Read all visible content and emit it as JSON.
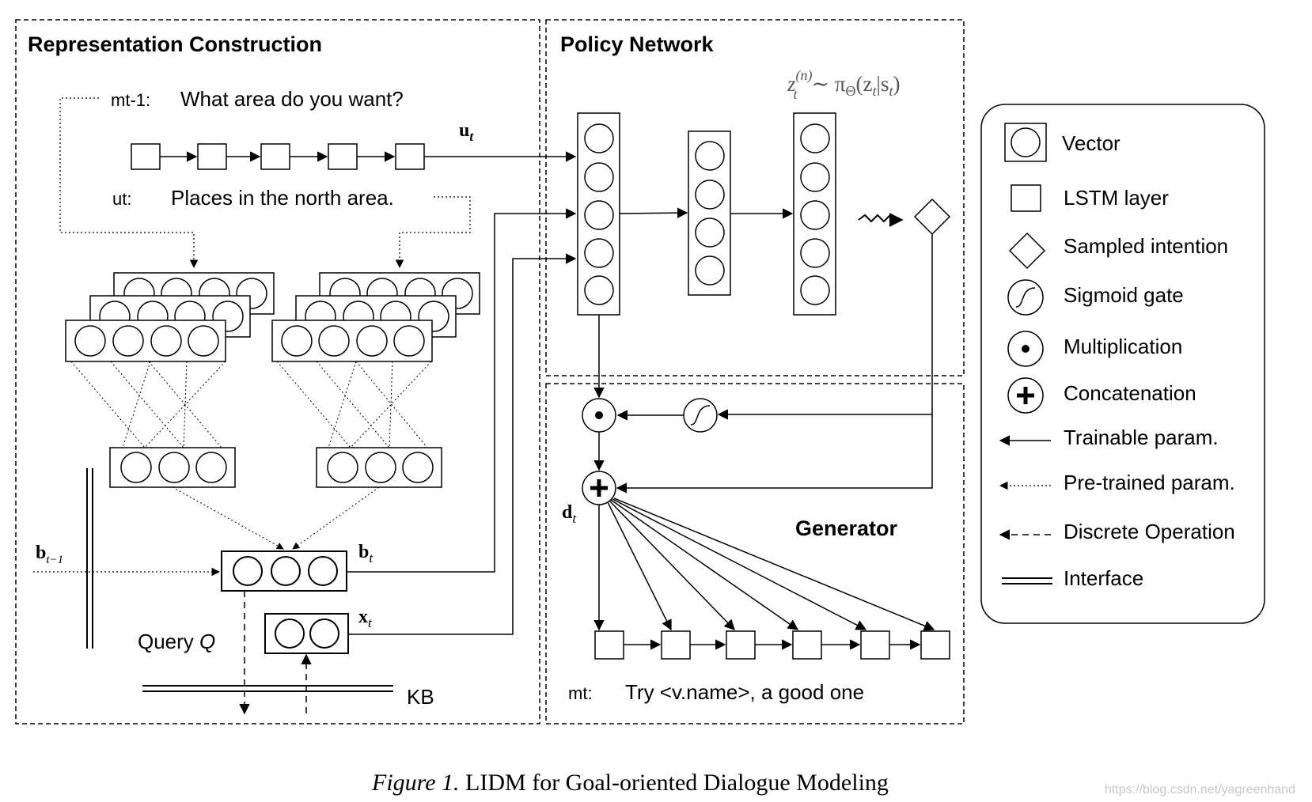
{
  "panels": {
    "representation_title": "Representation Construction",
    "policy_title": "Policy Network",
    "generator_title": "Generator"
  },
  "labels": {
    "mt1_prefix": "mt-1:",
    "mt1_text": "What area do you want?",
    "ut_prefix": "ut:",
    "ut_text": "Places in the north area.",
    "mt_prefix": "mt:",
    "mt_text": "Try <v.name>, a good one",
    "query_text": "Query",
    "query_var": "Q",
    "kb": "KB"
  },
  "math": {
    "u_t": "u",
    "u_sub": "t",
    "b_t": "b",
    "b_sub": "t",
    "b_prev": "b",
    "b_prev_sub": "t−1",
    "x_t": "x",
    "x_sub": "t",
    "d_t": "d",
    "d_sub": "t",
    "z_formula": "z",
    "z_sup": "(n)",
    "z_sub": "t",
    "z_rest": "∼ π",
    "z_theta": "Θ",
    "z_paren": "(z",
    "z_paren_sub": "t",
    "z_given": "|s",
    "z_given_sub": "t",
    "z_close": ")"
  },
  "legend": {
    "items": [
      {
        "icon": "vector-icon",
        "label": "Vector"
      },
      {
        "icon": "lstm-layer-icon",
        "label": "LSTM layer"
      },
      {
        "icon": "sampled-intention-icon",
        "label": "Sampled intention"
      },
      {
        "icon": "sigmoid-gate-icon",
        "label": "Sigmoid gate"
      },
      {
        "icon": "multiplication-icon",
        "label": "Multiplication"
      },
      {
        "icon": "concatenation-icon",
        "label": "Concatenation"
      },
      {
        "icon": "trainable-arrow-icon",
        "label": "Trainable param."
      },
      {
        "icon": "pretrained-arrow-icon",
        "label": "Pre-trained param."
      },
      {
        "icon": "discrete-arrow-icon",
        "label": "Discrete Operation"
      },
      {
        "icon": "interface-icon",
        "label": "Interface"
      }
    ]
  },
  "caption": {
    "fig": "Figure 1.",
    "text": "LIDM for Goal-oriented Dialogue Modeling"
  },
  "watermark": "https://blog.csdn.net/yagreenhand"
}
